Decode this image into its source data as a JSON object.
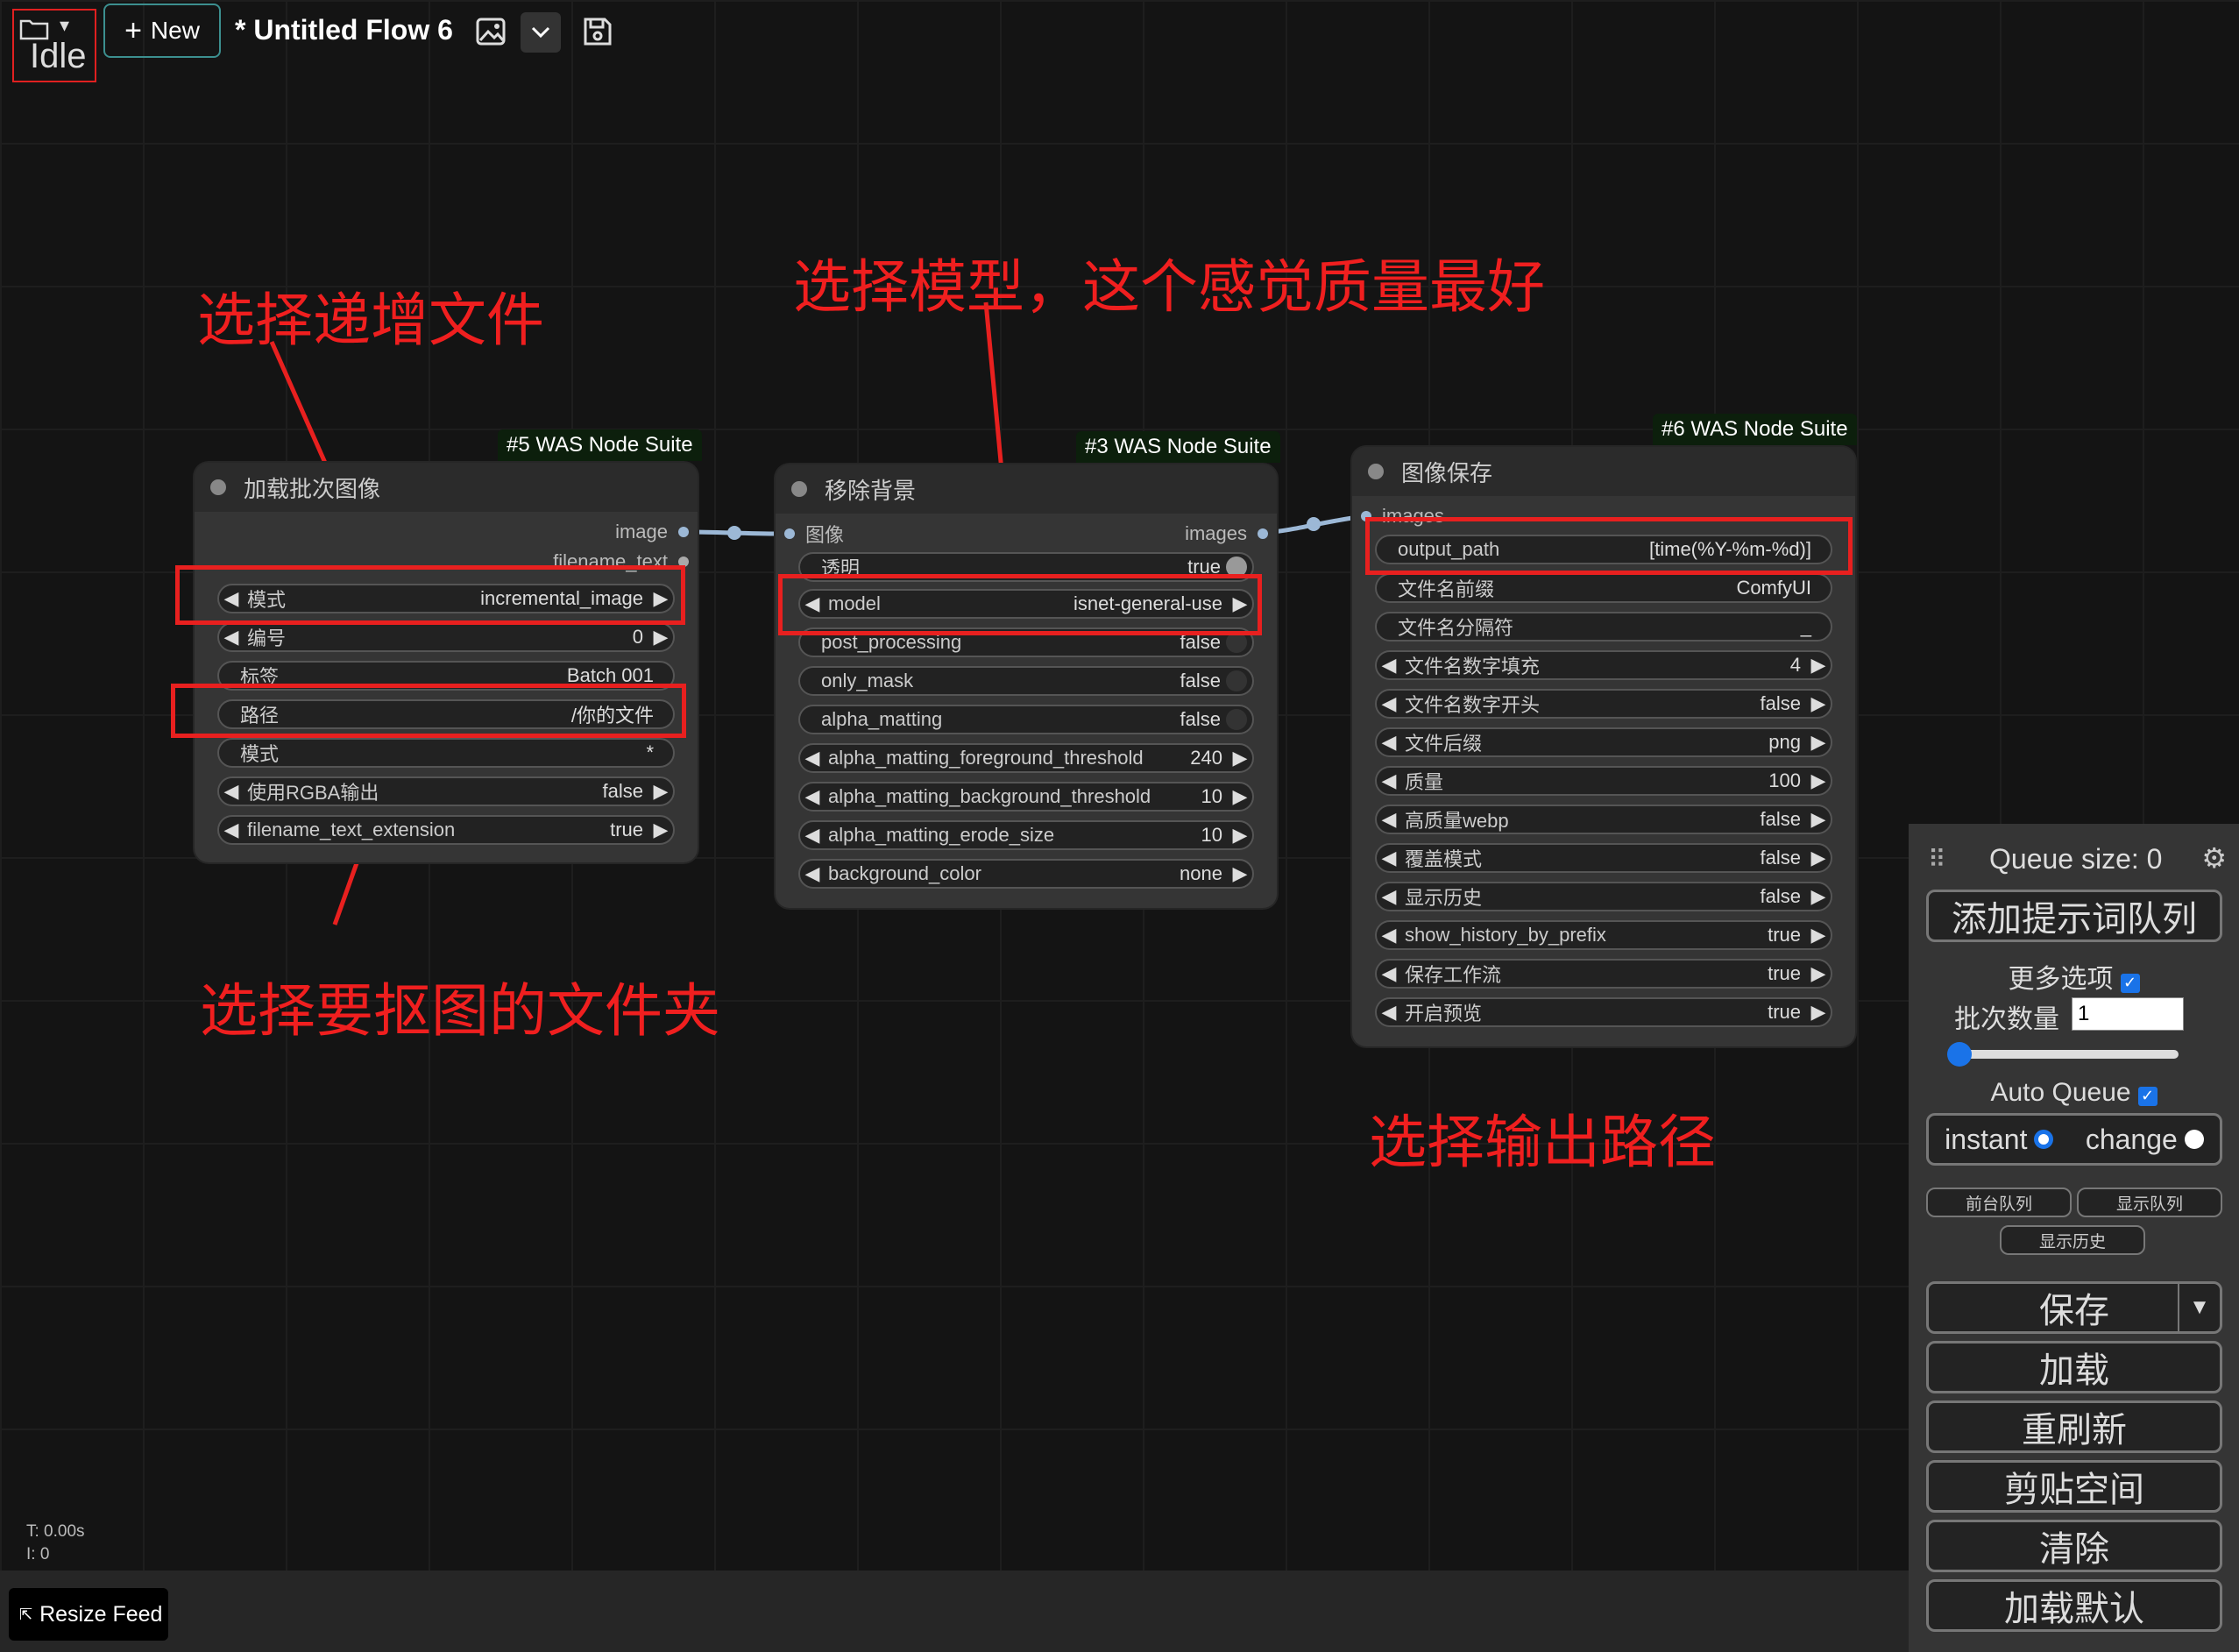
{
  "topbar": {
    "idle": "Idle",
    "new_label": "New",
    "flow_title": "* Untitled Flow 6"
  },
  "annotations": {
    "a1": "选择递增文件",
    "a2": "选择模型，这个感觉质量最好",
    "a3": "选择要抠图的文件夹",
    "a4": "选择输出路径"
  },
  "nodes": {
    "n5": {
      "badge": "#5 WAS Node Suite",
      "title": "加载批次图像",
      "outputs": [
        "image",
        "filename_text"
      ],
      "widgets": [
        {
          "label": "模式",
          "value": "incremental_image"
        },
        {
          "label": "编号",
          "value": "0"
        },
        {
          "label": "标签",
          "value": "Batch 001"
        },
        {
          "label": "路径",
          "value": "/你的文件"
        },
        {
          "label": "模式",
          "value": "*"
        },
        {
          "label": "使用RGBA输出",
          "value": "false"
        },
        {
          "label": "filename_text_extension",
          "value": "true"
        }
      ]
    },
    "n3": {
      "badge": "#3 WAS Node Suite",
      "title": "移除背景",
      "input": "图像",
      "output": "images",
      "widgets": [
        {
          "label": "透明",
          "value": "true"
        },
        {
          "label": "model",
          "value": "isnet-general-use"
        },
        {
          "label": "post_processing",
          "value": "false"
        },
        {
          "label": "only_mask",
          "value": "false"
        },
        {
          "label": "alpha_matting",
          "value": "false"
        },
        {
          "label": "alpha_matting_foreground_threshold",
          "value": "240"
        },
        {
          "label": "alpha_matting_background_threshold",
          "value": "10"
        },
        {
          "label": "alpha_matting_erode_size",
          "value": "10"
        },
        {
          "label": "background_color",
          "value": "none"
        }
      ]
    },
    "n6": {
      "badge": "#6 WAS Node Suite",
      "title": "图像保存",
      "input": "images",
      "widgets": [
        {
          "label": "output_path",
          "value": "[time(%Y-%m-%d)]"
        },
        {
          "label": "文件名前缀",
          "value": "ComfyUI"
        },
        {
          "label": "文件名分隔符",
          "value": "_"
        },
        {
          "label": "文件名数字填充",
          "value": "4"
        },
        {
          "label": "文件名数字开头",
          "value": "false"
        },
        {
          "label": "文件后缀",
          "value": "png"
        },
        {
          "label": "质量",
          "value": "100"
        },
        {
          "label": "高质量webp",
          "value": "false"
        },
        {
          "label": "覆盖模式",
          "value": "false"
        },
        {
          "label": "显示历史",
          "value": "false"
        },
        {
          "label": "show_history_by_prefix",
          "value": "true"
        },
        {
          "label": "保存工作流",
          "value": "true"
        },
        {
          "label": "开启预览",
          "value": "true"
        }
      ]
    }
  },
  "panel": {
    "queue_size": "Queue size: 0",
    "queue_prompt": "添加提示词队列",
    "extra_options": "更多选项",
    "batch_count_label": "批次数量",
    "batch_count_value": "1",
    "batch_slider_fraction": 0.0,
    "auto_queue": "Auto Queue",
    "instant": "instant",
    "change": "change",
    "front_queue": "前台队列",
    "view_queue": "显示队列",
    "view_history": "显示历史",
    "save": "保存",
    "load": "加载",
    "refresh": "重刷新",
    "clipspace": "剪贴空间",
    "clear": "清除",
    "load_default": "加载默认"
  },
  "stats": {
    "t": "T: 0.00s",
    "i": "I: 0"
  },
  "resize_feed": "Resize Feed",
  "colors": {
    "annotation": "#f01f1f",
    "badge_bg": "#0c1f0c",
    "link": "#9cb8d6",
    "checkbox": "#1a73e8"
  }
}
